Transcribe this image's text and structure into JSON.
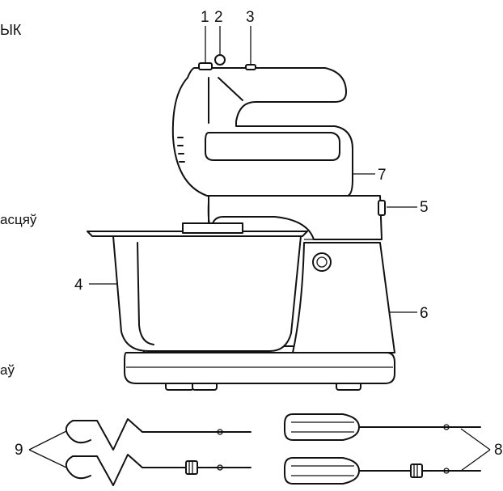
{
  "left_text": {
    "line1": "ЫК",
    "line2": "асцяў",
    "line3": "аў"
  },
  "callouts": {
    "c1": "1",
    "c2": "2",
    "c3": "3",
    "c4": "4",
    "c5": "5",
    "c6": "6",
    "c7": "7",
    "c8": "8",
    "c9": "9"
  }
}
